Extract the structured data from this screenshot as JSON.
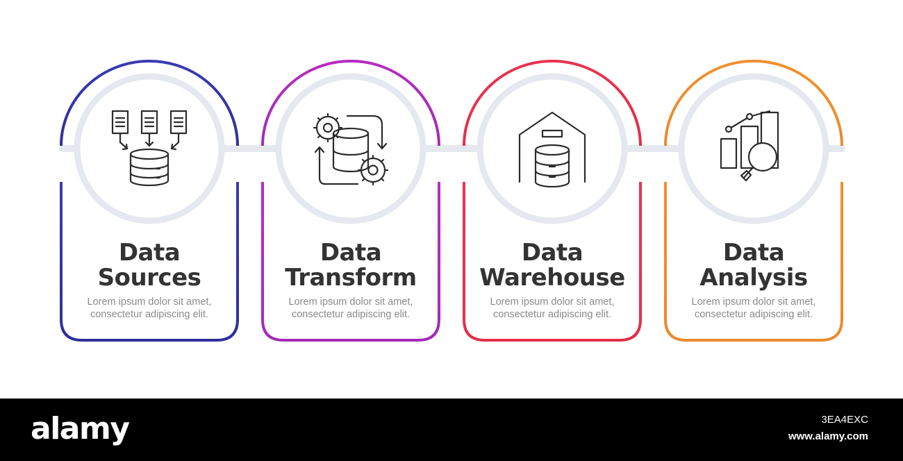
{
  "colors": {
    "connector": "#e6e8f0",
    "title": "#333333",
    "description": "#8a8a8a",
    "icon_stroke": "#2b2b2b"
  },
  "steps": [
    {
      "title_line1": "Data",
      "title_line2": "Sources",
      "desc_line1": "Lorem ipsum dolor sit amet,",
      "desc_line2": "consectetur adipiscing elit.",
      "icon": "documents-to-database-icon",
      "color_top": "#3b3bb0",
      "color_bottom": "#2e2f9a"
    },
    {
      "title_line1": "Data",
      "title_line2": "Transform",
      "desc_line1": "Lorem ipsum dolor sit amet,",
      "desc_line2": "consectetur adipiscing elit.",
      "icon": "database-gears-icon",
      "color_top": "#b62dc0",
      "color_bottom": "#a42ab8"
    },
    {
      "title_line1": "Data",
      "title_line2": "Warehouse",
      "desc_line1": "Lorem ipsum dolor sit amet,",
      "desc_line2": "consectetur adipiscing elit.",
      "icon": "warehouse-database-icon",
      "color_top": "#e8334f",
      "color_bottom": "#e22f48"
    },
    {
      "title_line1": "Data",
      "title_line2": "Analysis",
      "desc_line1": "Lorem ipsum dolor sit amet,",
      "desc_line2": "consectetur adipiscing elit.",
      "icon": "chart-magnifier-icon",
      "color_top": "#f0902e",
      "color_bottom": "#ec8a2e"
    }
  ],
  "footer": {
    "brand": "alamy",
    "image_id": "3EA4EXC",
    "url": "www.alamy.com"
  }
}
